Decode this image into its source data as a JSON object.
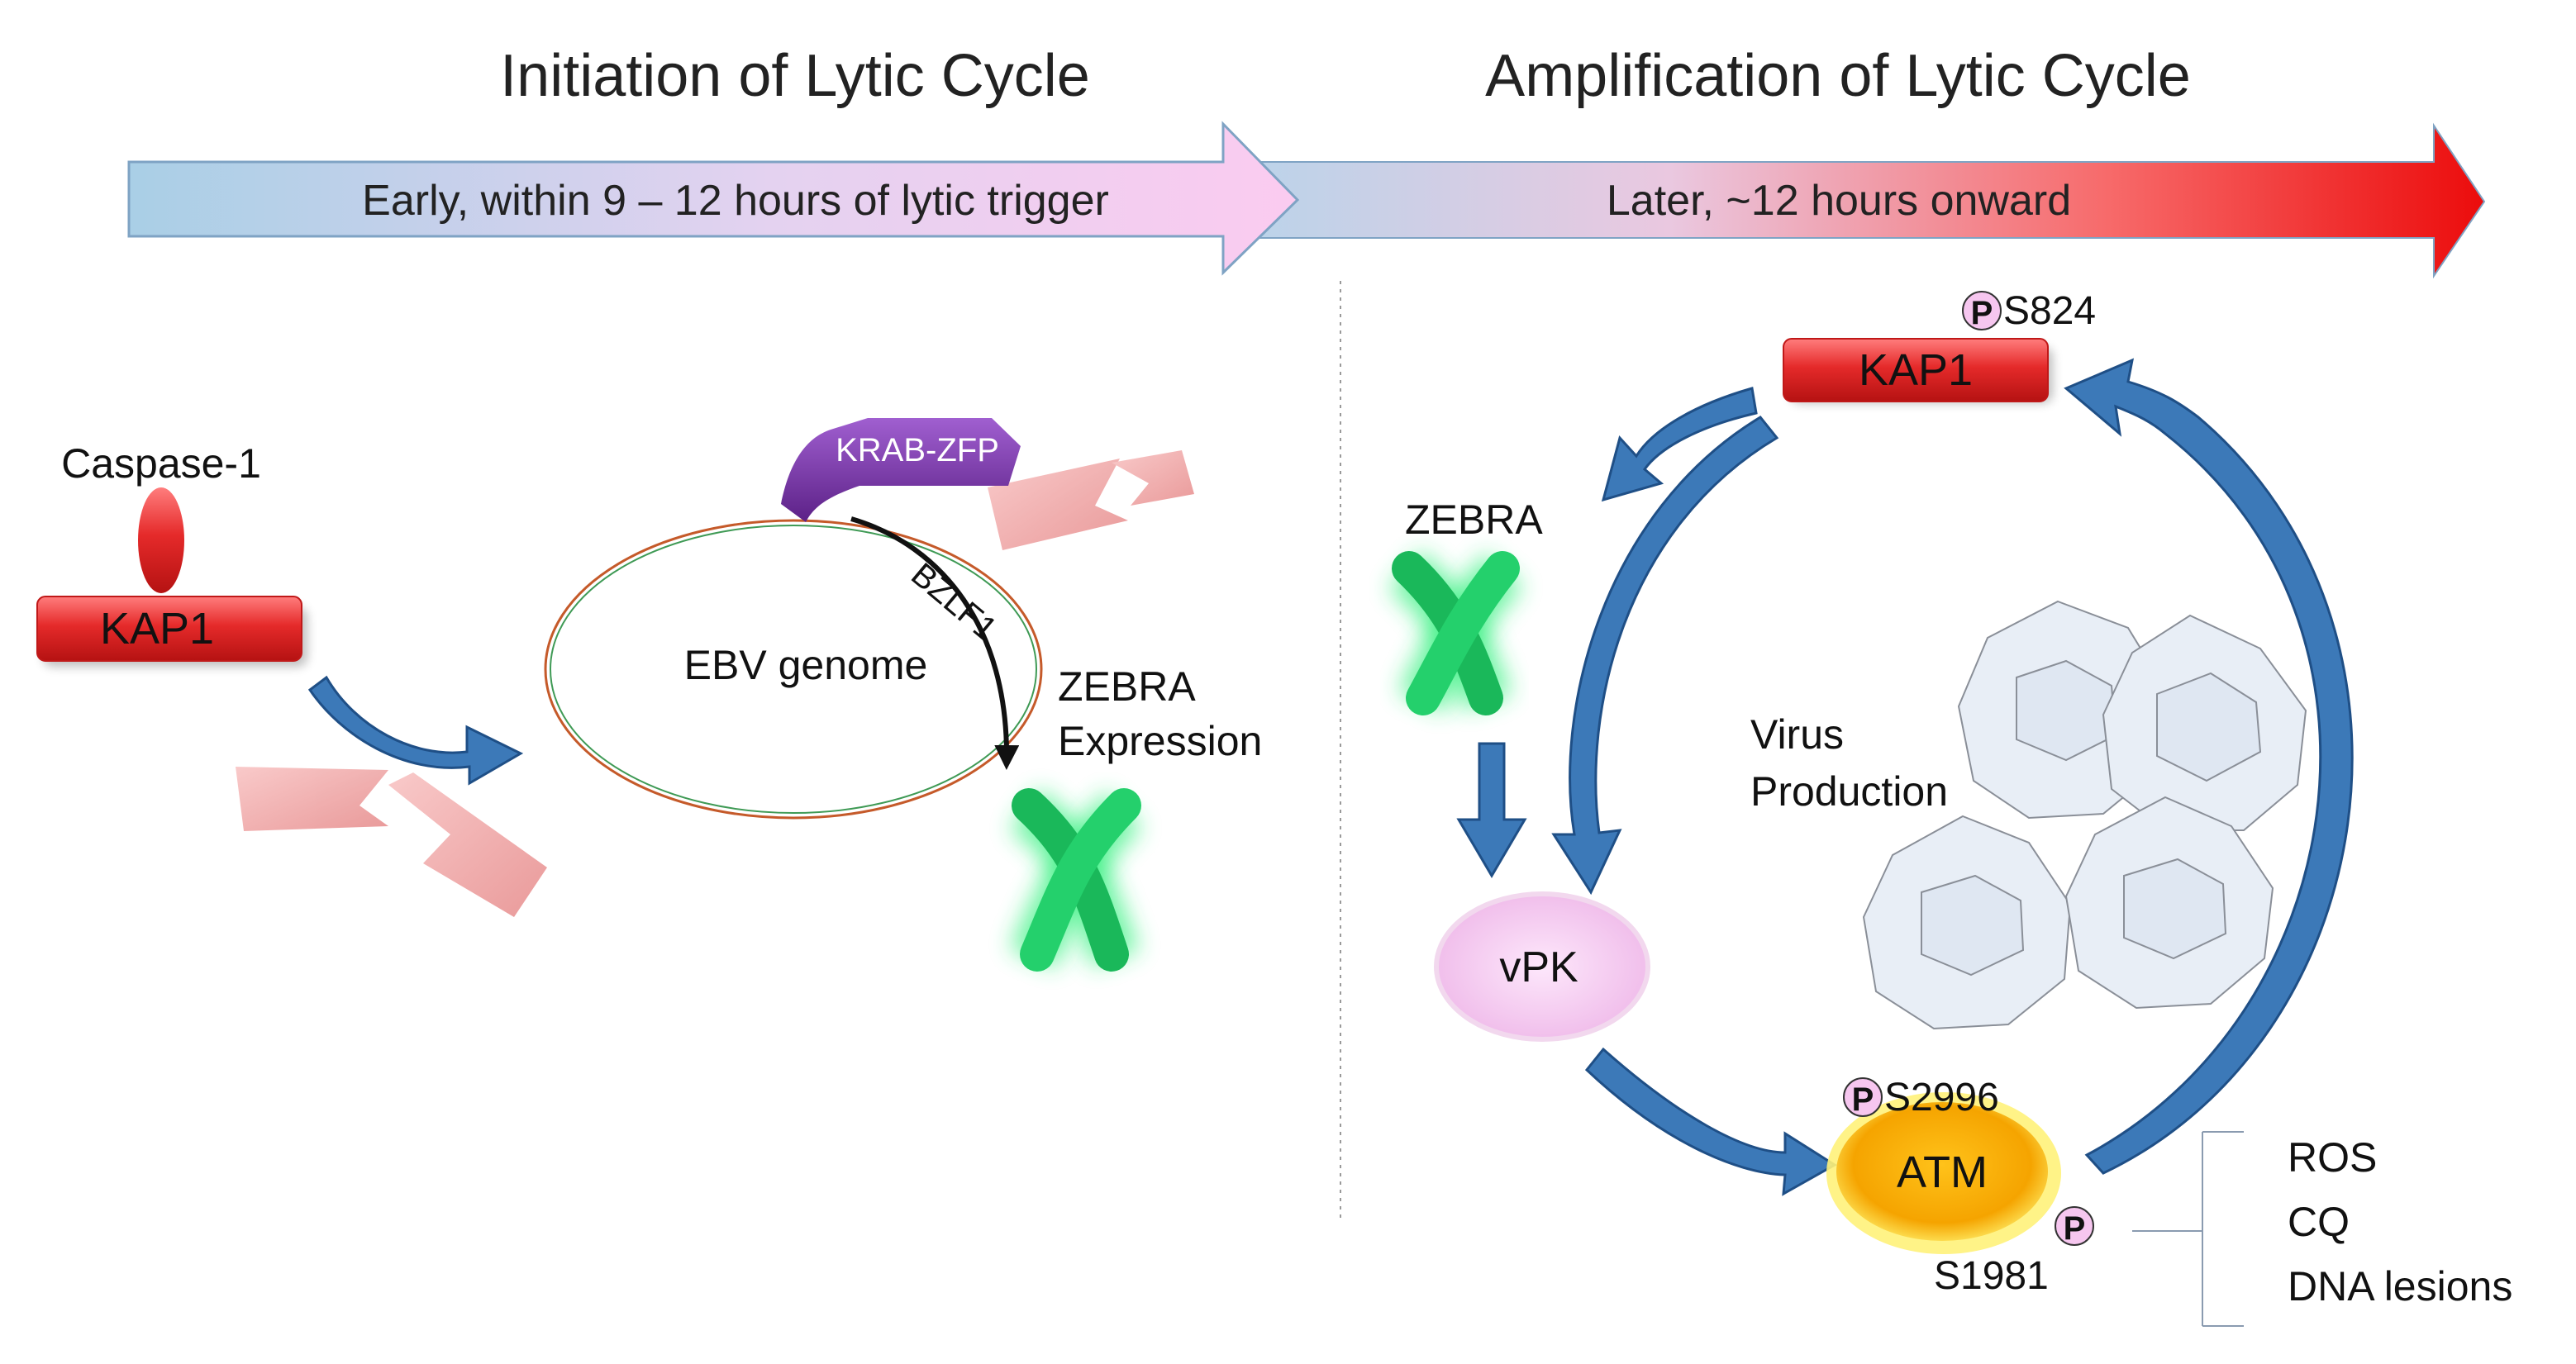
{
  "phases": {
    "initiation_title": "Initiation of Lytic Cycle",
    "amplification_title": "Amplification of Lytic Cycle",
    "early_label": "Early, within 9 – 12 hours of lytic trigger",
    "later_label": "Later, ~12 hours onward"
  },
  "left_panel": {
    "caspase": "Caspase-1",
    "kap1": "KAP1",
    "krab": "KRAB-ZFP",
    "bzlf1": "BZLF1",
    "genome": "EBV genome",
    "zebra_line1": "ZEBRA",
    "zebra_line2": "Expression"
  },
  "right_panel": {
    "phospho_symbol": "P",
    "kap1_site": "S824",
    "kap1": "KAP1",
    "zebra": "ZEBRA",
    "vpk": "vPK",
    "virus_line1": "Virus",
    "virus_line2": "Production",
    "atm_site_top": "S2996",
    "atm": "ATM",
    "atm_site_bottom": "S1981",
    "triggers": [
      "ROS",
      "CQ",
      "DNA lesions"
    ]
  },
  "colors": {
    "arrow_blue": "#3a78b8",
    "kap1_red": "#e3242b",
    "zebra_green": "#1fc465",
    "atm_gold": "#f2a900",
    "vpk_pink": "#f3c6ee",
    "krab_purple": "#7a3aa8"
  }
}
